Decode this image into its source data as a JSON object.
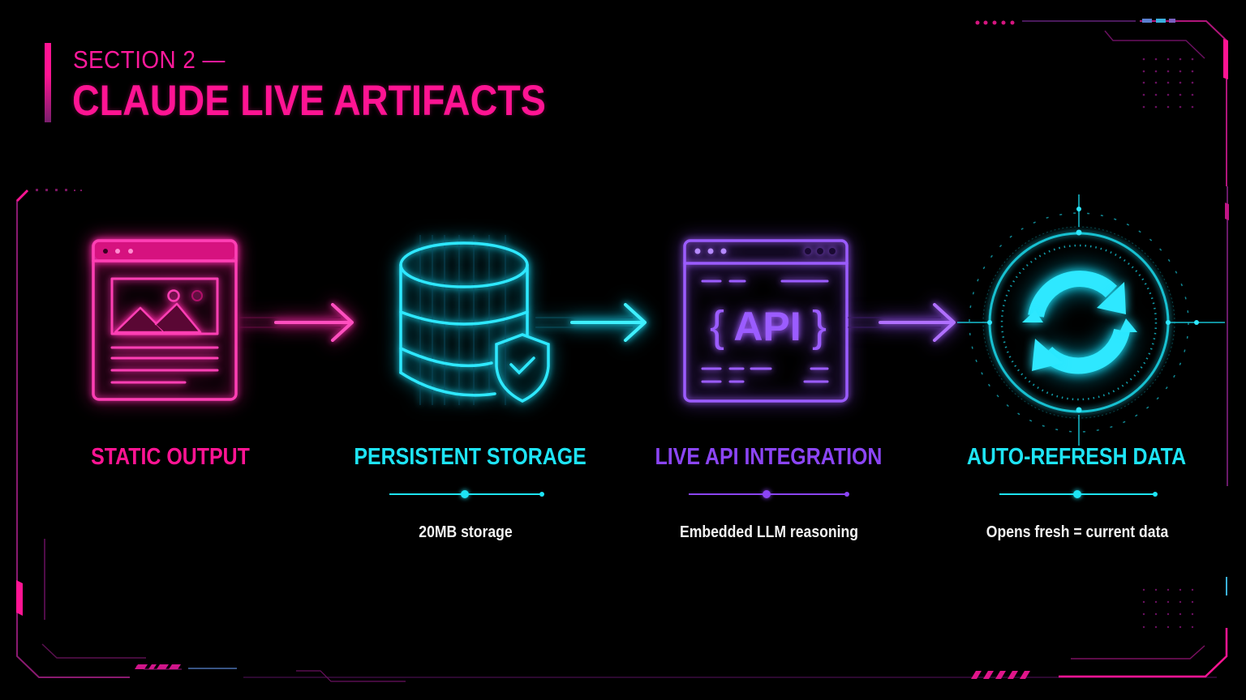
{
  "header": {
    "kicker": "SECTION 2 —",
    "title": "CLAUDE LIVE ARTIFACTS"
  },
  "colors": {
    "background": "#000000",
    "pink": "#ff1493",
    "cyan": "#1ee4f5",
    "purple": "#8b45f5",
    "text": "#f2f2f2"
  },
  "steps": [
    {
      "label": "STATIC OUTPUT",
      "description": "",
      "icon": "browser-window-image-icon",
      "color": "#ff1493"
    },
    {
      "label": "PERSISTENT STORAGE",
      "description": "20MB storage",
      "icon": "database-shield-icon",
      "color": "#1ee4f5"
    },
    {
      "label": "LIVE API INTEGRATION",
      "description": "Embedded LLM reasoning",
      "icon": "api-window-icon",
      "color": "#8b45f5"
    },
    {
      "label": "AUTO-REFRESH DATA",
      "description": "Opens fresh = current data",
      "icon": "refresh-target-icon",
      "color": "#1ee4f5"
    }
  ],
  "icons": {
    "api_text": "API",
    "brace_open": "{",
    "brace_close": "}"
  }
}
